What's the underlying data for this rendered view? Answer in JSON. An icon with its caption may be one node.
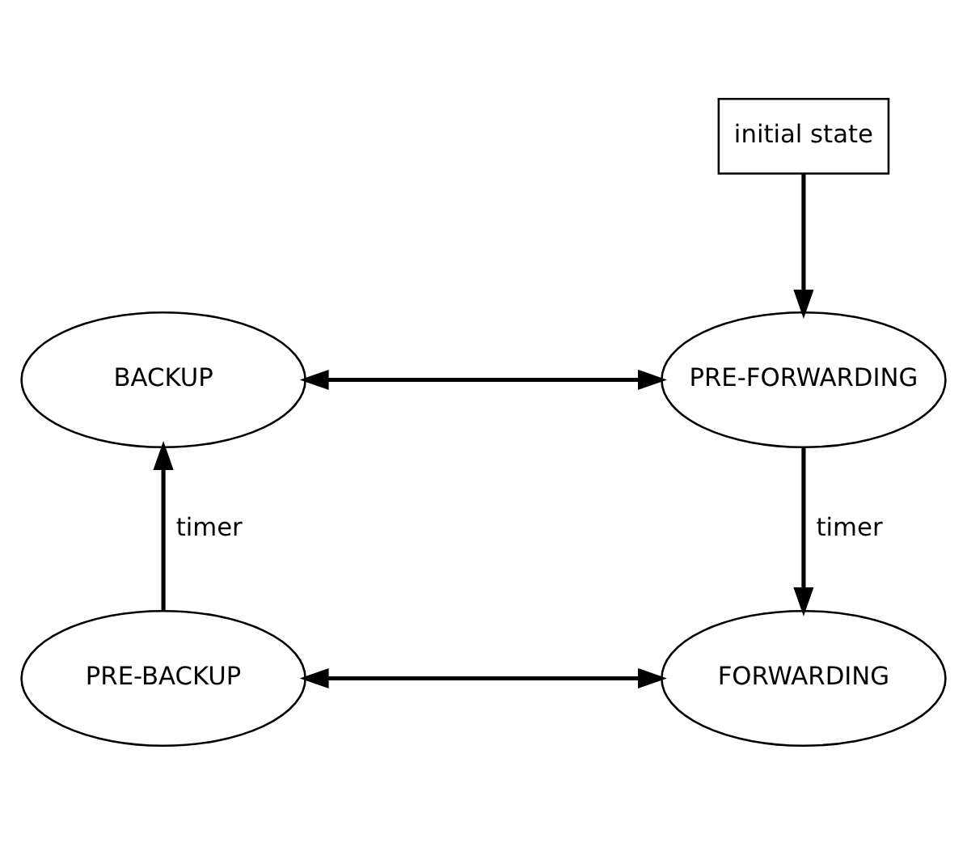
{
  "diagram": {
    "nodes": [
      {
        "text": [
          "initial state"
        ]
      },
      {
        "text": [
          "BACKUP"
        ]
      },
      {
        "text": [
          "PRE-FORWARDING"
        ]
      },
      {
        "text": [
          "PRE-BACKUP"
        ]
      },
      {
        "text": [
          "FORWARDING"
        ]
      }
    ],
    "edges": [
      {
        "from": 0,
        "to": 2,
        "arrow": "to"
      },
      {
        "from": 1,
        "to": 2,
        "arrow": "both"
      },
      {
        "from": 2,
        "to": 4,
        "arrow": "to",
        "label": "timer"
      },
      {
        "from": 3,
        "to": 1,
        "arrow": "to",
        "label": "timer"
      },
      {
        "from": 3,
        "to": 4,
        "arrow": "both"
      }
    ]
  }
}
